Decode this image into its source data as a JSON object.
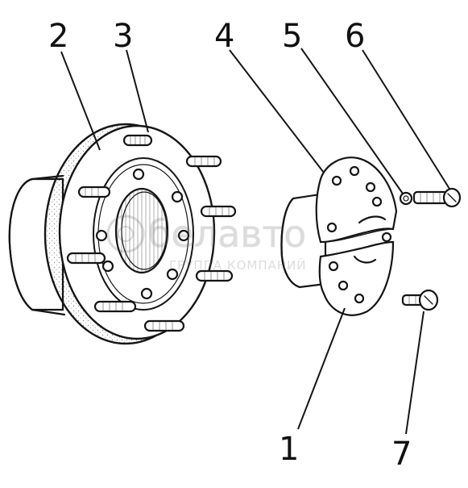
{
  "callouts": {
    "c1": "1",
    "c2": "2",
    "c3": "3",
    "c4": "4",
    "c5": "5",
    "c6": "6",
    "c7": "7"
  },
  "watermark": {
    "brand": "белавто",
    "tagline": "ГРУППА КОМПАНИЙ"
  }
}
